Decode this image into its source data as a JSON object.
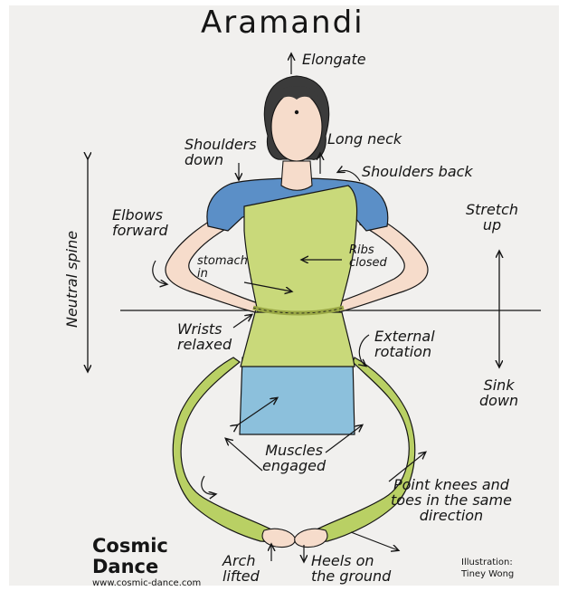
{
  "title": "Aramandi",
  "labels": {
    "elongate": "Elongate",
    "shoulders_down": "Shoulders\ndown",
    "long_neck": "Long neck",
    "shoulders_back": "Shoulders back",
    "neutral_spine": "Neutral spine",
    "elbows_forward": "Elbows\nforward",
    "stretch_up": "Stretch\nup",
    "ribs_closed": "Ribs\nclosed",
    "stomach_in": "stomach\nin",
    "wrists_relaxed": "Wrists\nrelaxed",
    "external_rotation": "External\nrotation",
    "sink_down": "Sink\ndown",
    "muscles_engaged": "Muscles\nengaged",
    "point_knees": "Point knees and\ntoes in the same\ndirection",
    "arch_lifted": "Arch\nlifted",
    "heels_on_ground": "Heels on\nthe ground"
  },
  "brand": {
    "name": "Cosmic\nDance",
    "url": "www.cosmic-dance.com"
  },
  "credit": "Illustration:\nTiney Wong",
  "colors": {
    "skin": "#f6dccb",
    "hair": "#3b3b3b",
    "blouse": "#5b8fc7",
    "saree": "#c9d97a",
    "skirt": "#8cc0dc",
    "legs": "#b9d064",
    "belt": "#9aa845",
    "ink": "#151515",
    "paper": "#f1f0ee"
  }
}
